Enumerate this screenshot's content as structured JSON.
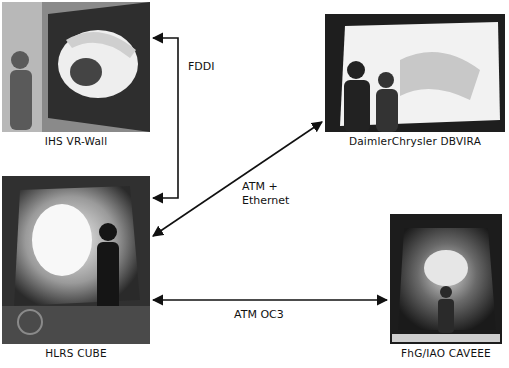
{
  "diagram": {
    "nodes": [
      {
        "text": [
          "IHS VR-Wall"
        ]
      },
      {
        "text": [
          "DaimlerChrysler DBVIRA"
        ]
      },
      {
        "text": [
          "HLRS CUBE"
        ]
      },
      {
        "text": [
          "FhG/IAO CAVEEE"
        ]
      }
    ],
    "edges": [
      {
        "from": 0,
        "to": 2,
        "label": "FDDI",
        "arrow": "both"
      },
      {
        "from": 2,
        "to": 1,
        "label": "ATM + Ethernet",
        "arrow": "both"
      },
      {
        "from": 2,
        "to": 3,
        "label": "ATM OC3",
        "arrow": "both"
      }
    ]
  }
}
